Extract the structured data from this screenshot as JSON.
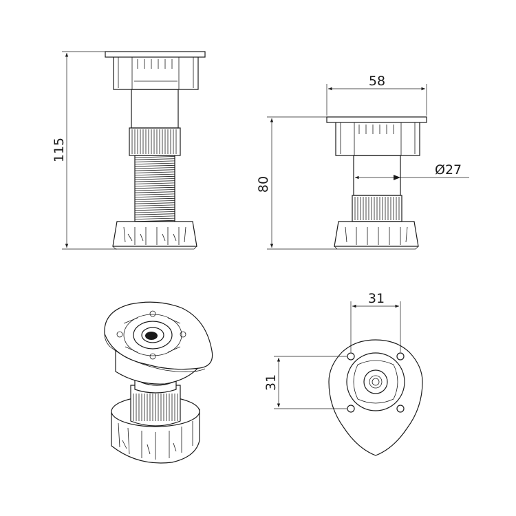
{
  "dimensions": {
    "total_height": "115",
    "body_height": "80",
    "plate_width": "58",
    "tube_diameter": "Ø27",
    "hole_spacing_x": "31",
    "hole_spacing_y": "31"
  }
}
